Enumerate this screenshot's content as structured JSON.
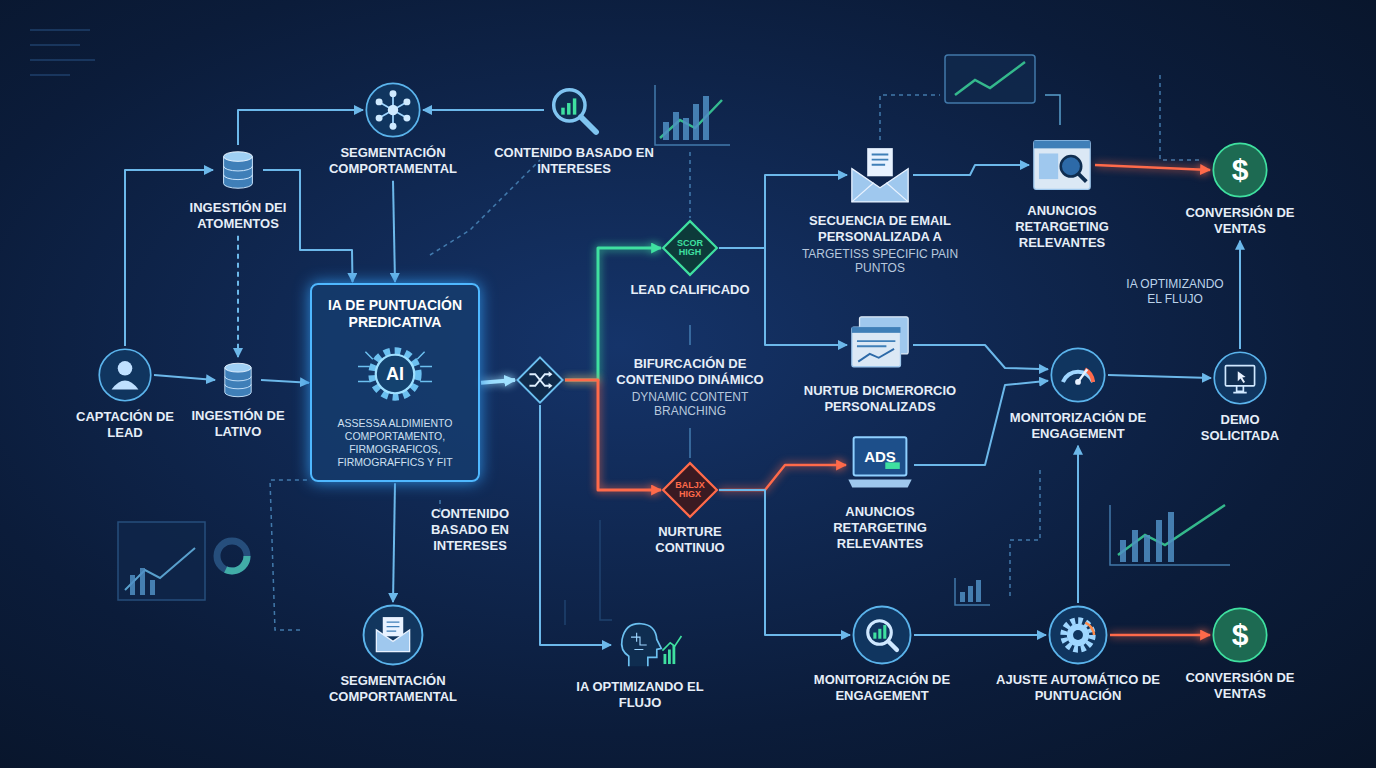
{
  "diagram": {
    "nodes": [
      {
        "text": [
          "CAPTACIÓN DE LEAD"
        ]
      },
      {
        "text": [
          "INGESTIÓN DE LATIVO"
        ]
      },
      {
        "text": [
          "INGESTIÓN DEI ATOMENTOS"
        ]
      },
      {
        "text": [
          "SEGMENTACIÓN COMPORTAMENTAL"
        ]
      },
      {
        "text": [
          "CONTENIDO BASADO EN INTERESES"
        ]
      },
      {
        "text": [
          "IA DE PUNTUACIÓN PREDICATIVA",
          "AI",
          "ASSESSA ALDIMIENTO COMPORTAMENTO, FIRMOGRAFICOS, FIRMOGRAFFICS Y FIT"
        ]
      },
      {
        "text": [
          "SEGMENTACIÓN COMPORTAMENTAL"
        ]
      },
      {
        "text": [
          "BIFURCACIÓN DE CONTENIDO DINÁMICO",
          "DYNAMIC CONTENT BRANCHING"
        ]
      },
      {
        "text": [
          "SCOR HIGH",
          "LEAD CALIFICADO"
        ]
      },
      {
        "text": [
          "BALJX HIGX",
          "NURTURE CONTINUO"
        ]
      },
      {
        "text": [
          "IA OPTIMIZANDO EL FLUJO"
        ]
      },
      {
        "text": [
          "SECUENCIA DE EMAIL PERSONALIZADA A",
          "TARGETISS SPECIFIC PAIN PUNTOS"
        ]
      },
      {
        "text": [
          "ANUNCIOS RETARGETING RELEVANTES"
        ]
      },
      {
        "text": [
          "$",
          "CONVERSIÓN DE VENTAS"
        ]
      },
      {
        "text": [
          "NURTUB DICMERORCIO PERSONALIZADS"
        ]
      },
      {
        "text": [
          "ADS",
          "ANUNCIOS RETARGETING RELEVANTES"
        ]
      },
      {
        "text": [
          "MONITORIZACIÓN DE ENGAGEMENT"
        ]
      },
      {
        "text": [
          "DEMO SOLICITADA"
        ]
      },
      {
        "text": [
          "MONITORIZACIÓN DE ENGAGEMENT"
        ]
      },
      {
        "text": [
          "AJUSTE AUTOMÁTICO DE PUNTUACIÓN"
        ]
      },
      {
        "text": [
          "$",
          "CONVERSIÓN DE VENTAS"
        ]
      }
    ],
    "edges": [
      {
        "from": 0,
        "to": 1,
        "arrow": "to"
      },
      {
        "from": 0,
        "to": 2,
        "arrow": "to"
      },
      {
        "from": 2,
        "to": 1,
        "arrow": "to"
      },
      {
        "from": 2,
        "to": 3,
        "arrow": "to"
      },
      {
        "from": 2,
        "to": 5,
        "arrow": "to"
      },
      {
        "from": 1,
        "to": 5,
        "arrow": "to"
      },
      {
        "from": 4,
        "to": 3,
        "arrow": "to"
      },
      {
        "from": 3,
        "to": 5,
        "arrow": "to"
      },
      {
        "from": 5,
        "to": 6,
        "arrow": "to"
      },
      {
        "from": 5,
        "to": 7,
        "arrow": "to"
      },
      {
        "from": 7,
        "to": 8,
        "arrow": "to"
      },
      {
        "from": 7,
        "to": 9,
        "arrow": "to"
      },
      {
        "from": 7,
        "to": 10,
        "arrow": "to"
      },
      {
        "from": 8,
        "to": 11,
        "arrow": "to"
      },
      {
        "from": 8,
        "to": 14,
        "arrow": "to"
      },
      {
        "from": 11,
        "to": 12,
        "arrow": "to"
      },
      {
        "from": 12,
        "to": 13,
        "arrow": "to"
      },
      {
        "from": 9,
        "to": 15,
        "arrow": "to"
      },
      {
        "from": 9,
        "to": 18,
        "arrow": "to"
      },
      {
        "from": 14,
        "to": 16,
        "arrow": "to"
      },
      {
        "from": 15,
        "to": 16,
        "arrow": "to"
      },
      {
        "from": 16,
        "to": 17,
        "arrow": "to"
      },
      {
        "from": 17,
        "to": 13,
        "label": "IA OPTIMIZANDO EL FLUJO",
        "arrow": "to"
      },
      {
        "from": 18,
        "to": 19,
        "arrow": "to"
      },
      {
        "from": 19,
        "to": 20,
        "arrow": "to"
      },
      {
        "from": 19,
        "to": 16,
        "arrow": "to"
      }
    ],
    "labels": [
      "CONTENIDO BASADO EN INTERESES"
    ]
  }
}
